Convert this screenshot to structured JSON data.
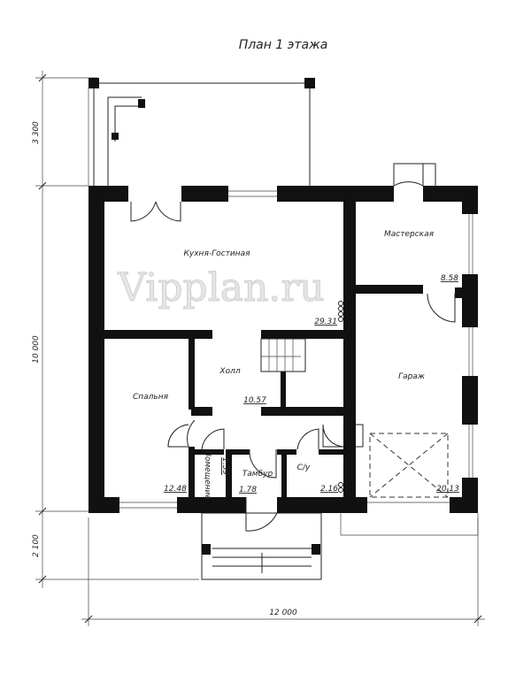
{
  "title": "План 1 этажа",
  "watermark": "Vipplan.ru",
  "dimensions": {
    "porch_depth": "3 300",
    "house_depth": "10 000",
    "entrance_depth": "2 100",
    "house_width": "12 000"
  },
  "rooms": [
    {
      "name": "Кухня-Гостиная",
      "area": "29.31"
    },
    {
      "name": "Мастерская",
      "area": "8.58"
    },
    {
      "name": "Холл",
      "area": "10.57"
    },
    {
      "name": "Спальня",
      "area": "12.48"
    },
    {
      "name": "Гараж",
      "area": "20.13"
    },
    {
      "name": "Помещение",
      "area": "1.39"
    },
    {
      "name": "Тамбур",
      "area": "1.78"
    },
    {
      "name": "С/у",
      "area": "2.16"
    }
  ]
}
